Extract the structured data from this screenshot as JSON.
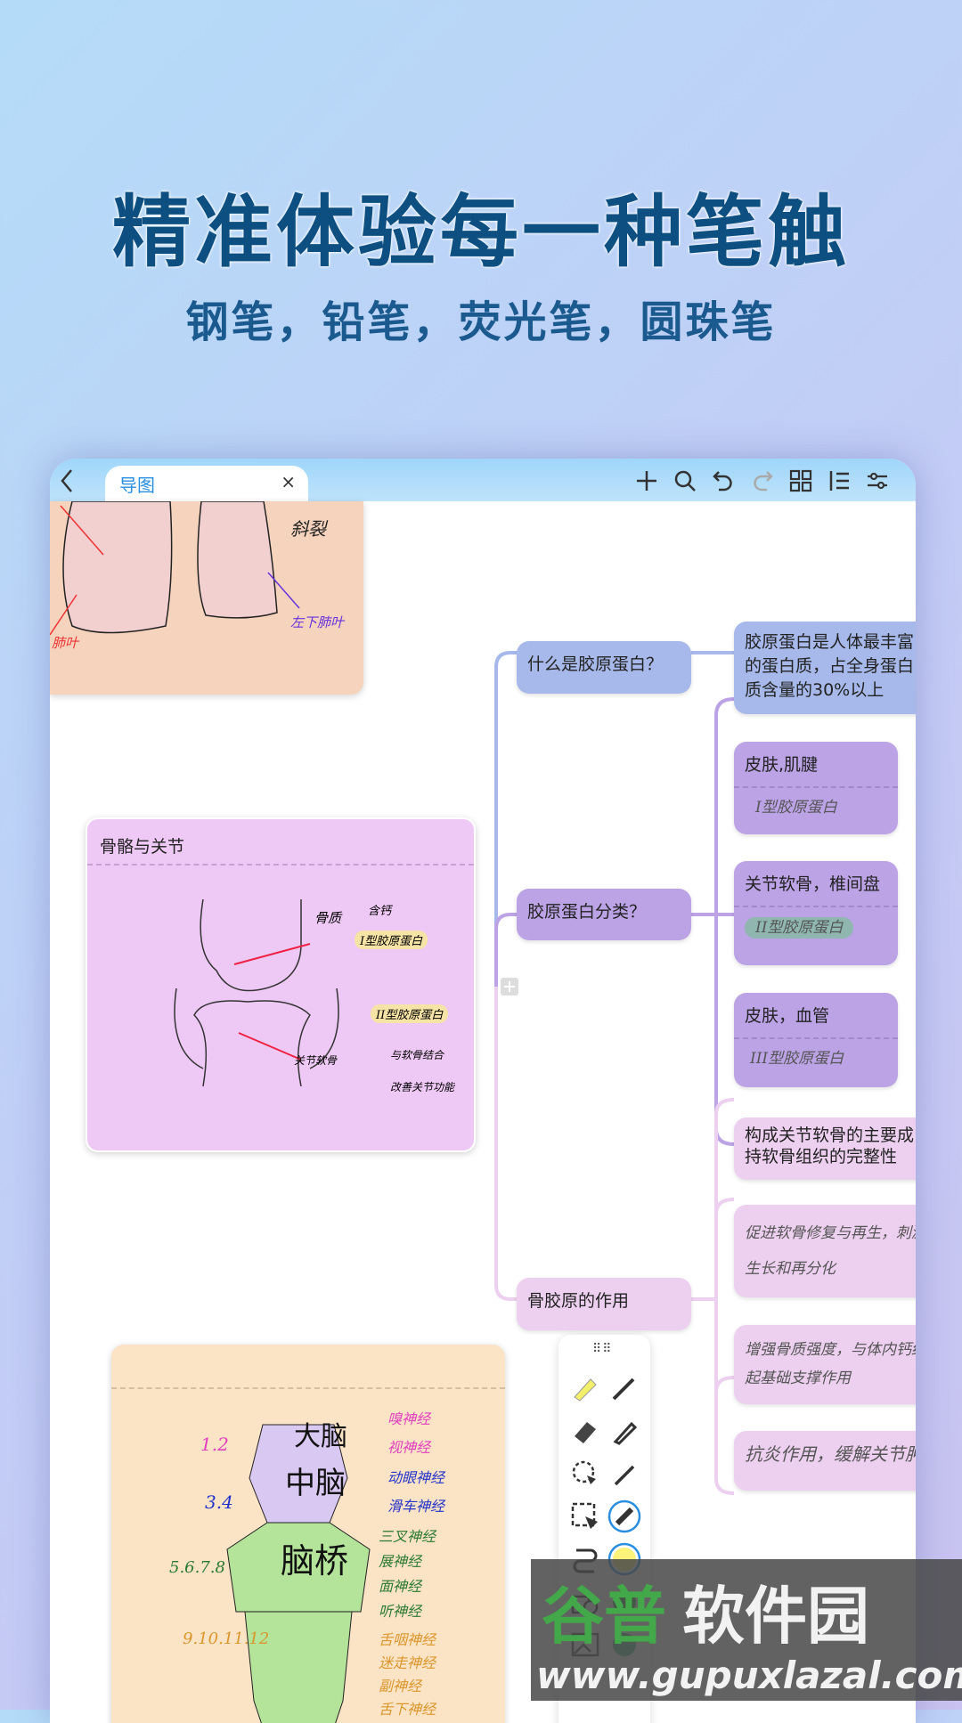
{
  "headline": "精准体验每一种笔触",
  "subline": "钢笔，铅笔，荧光笔，圆珠笔",
  "app": {
    "tab_label": "导图",
    "tab_close": "×",
    "toolbar_icons": [
      "back-icon",
      "add-icon",
      "search-icon",
      "undo-icon",
      "redo-icon",
      "grid-icon",
      "outline-icon",
      "settings-sliders-icon"
    ]
  },
  "mindmap": {
    "n1": {
      "label": "什么是胶原蛋白？",
      "detail": [
        "胶原蛋白是人体最丰富",
        "的蛋白质，占全身蛋白",
        "质含量的30%以上"
      ]
    },
    "n2": {
      "label": "胶原蛋白分类？",
      "children": [
        {
          "title": "皮肤,肌腱",
          "note": "I型胶原蛋白"
        },
        {
          "title": "关节软骨，椎间盘",
          "note": "II型胶原蛋白"
        },
        {
          "title": "皮肤，血管",
          "note": "III型胶原蛋白"
        }
      ]
    },
    "n3": {
      "label": "骨胶原的作用",
      "children": [
        {
          "text": [
            "构成关节软骨的主要成",
            "持软骨组织的完整性"
          ]
        },
        {
          "note": [
            "促进软骨修复与再生，刺激",
            "生长和再分化"
          ]
        },
        {
          "note": [
            "增强骨质强度，与体内钙结合",
            "起基础支撑作用"
          ]
        },
        {
          "note": [
            "抗炎作用，缓解关节肿胀"
          ]
        }
      ]
    }
  },
  "cards": {
    "lung": {
      "labels": [
        "斜裂",
        "左下肺叶",
        "肺叶"
      ]
    },
    "bone": {
      "title": "骨骼与关节",
      "labels": [
        "骨质",
        "含钙",
        "I型胶原蛋白",
        "II型胶原蛋白",
        "关节软骨",
        "与软骨结合",
        "改善关节功能"
      ]
    },
    "brain": {
      "parts": [
        "大脑",
        "中脑",
        "脑桥"
      ],
      "numbers": [
        "1.2",
        "3.4",
        "5.6.7.8",
        "9.10.11.12"
      ],
      "nerves": [
        "嗅神经",
        "视神经",
        "动眼神经",
        "滑车神经",
        "三叉神经",
        "展神经",
        "面神经",
        "听神经",
        "舌咽神经",
        "迷走神经",
        "副神经",
        "舌下神经"
      ]
    }
  },
  "pen_tools": {
    "icons": [
      "highlighter-icon",
      "pen-icon",
      "eraser-icon",
      "pencil-icon",
      "lasso-icon",
      "ballpoint-icon",
      "select-icon",
      "marker-icon",
      "connector-icon",
      "shape-icon",
      "image-icon"
    ],
    "colors": [
      "#fdf27a",
      "#3fae49",
      "#5cc48f"
    ]
  },
  "watermark": {
    "name": "谷普软件园",
    "url": "www.gupuxlazal.com"
  },
  "colors": {
    "headline": "#0d4f80",
    "blue_node": "#a7b9ea",
    "purple_node": "#bba3e6",
    "pink_node": "#edd0f0"
  }
}
